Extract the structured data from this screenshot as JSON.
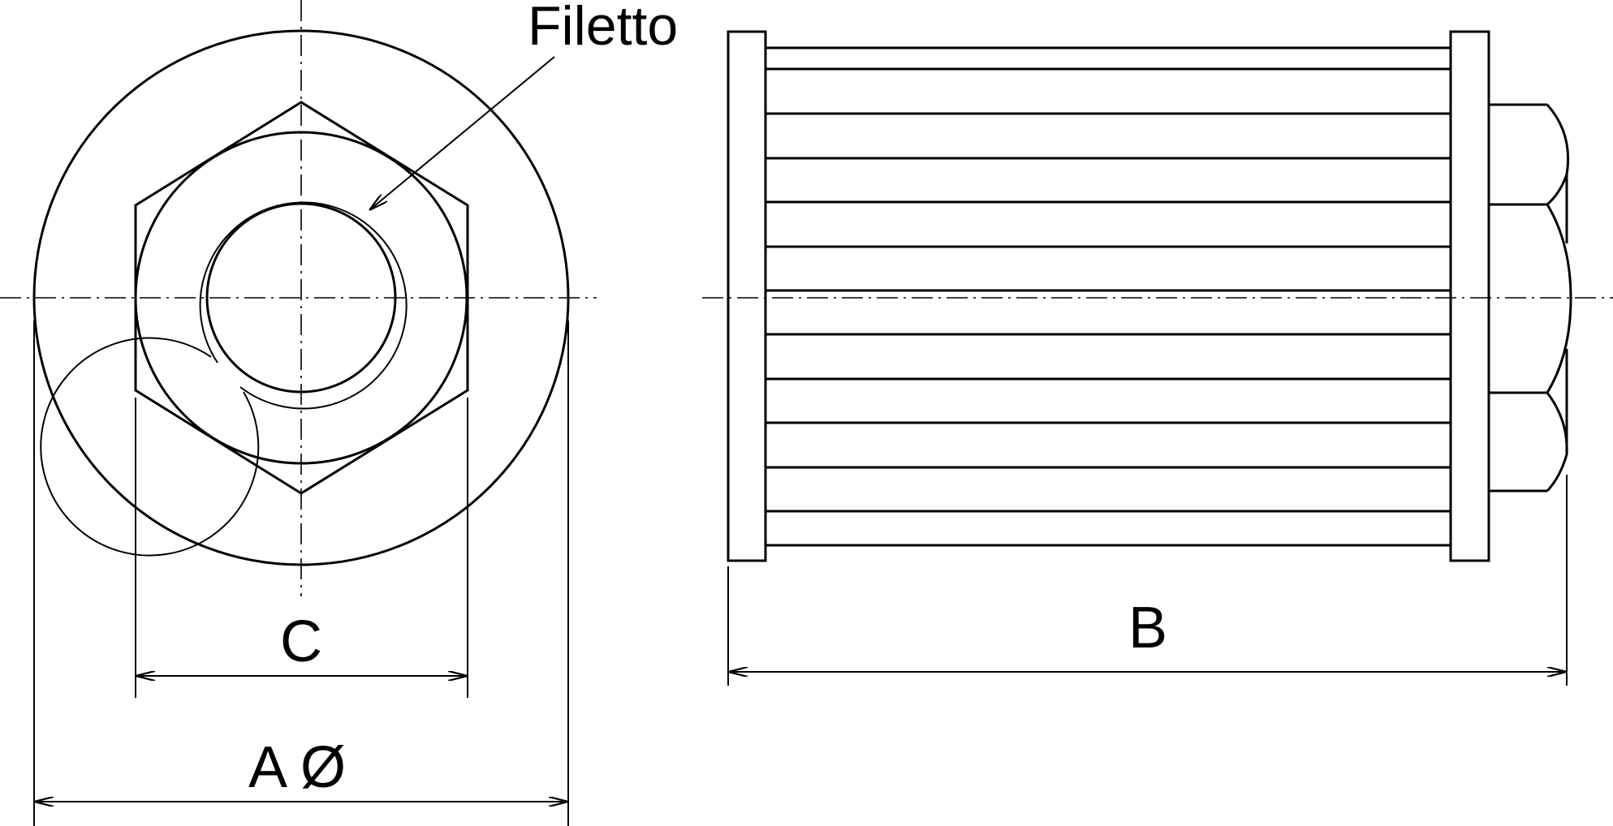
{
  "labels": {
    "thread": "Filetto",
    "outer_diameter": "A Ø",
    "hex_width": "C",
    "length": "B"
  },
  "colors": {
    "line": "#000000",
    "background": "#ffffff"
  }
}
